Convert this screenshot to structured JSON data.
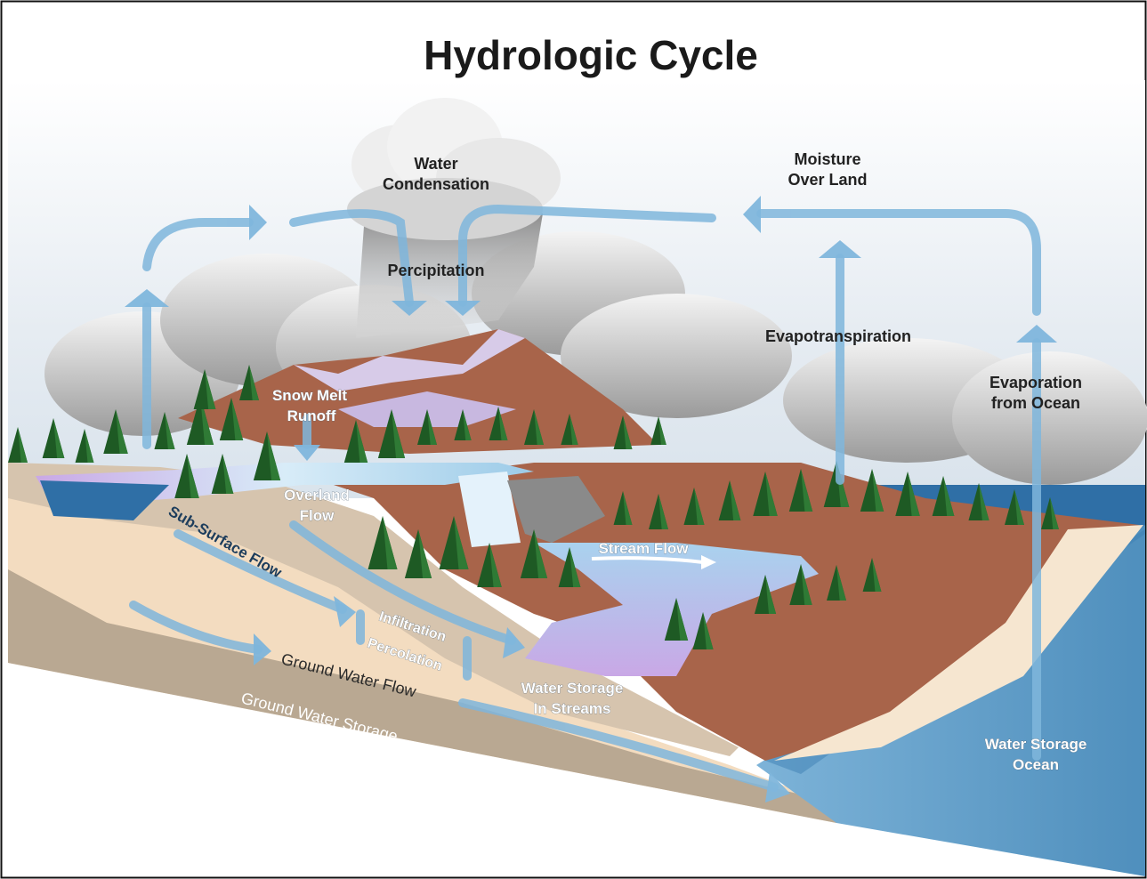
{
  "title": "Hydrologic Cycle",
  "labels": {
    "water_condensation": [
      "Water",
      "Condensation"
    ],
    "moisture_over_land": [
      "Moisture",
      "Over Land"
    ],
    "percipitation": "Percipitation",
    "evapotranspiration": "Evapotranspiration",
    "evaporation_from_ocean": [
      "Evaporation",
      "from Ocean"
    ],
    "snow_melt_runoff": [
      "Snow Melt",
      "Runoff"
    ],
    "overland_flow": [
      "Overland",
      "Flow"
    ],
    "sub_surface_flow": "Sub-Surface Flow",
    "stream_flow": "Stream Flow",
    "infiltration": "Infiltration",
    "percolation": "Percolation",
    "ground_water_flow": "Ground Water Flow",
    "ground_water_storage": "Ground Water Storage",
    "water_storage_in_streams": [
      "Water Storage",
      "In Streams"
    ],
    "water_storage_ocean": [
      "Water Storage",
      "Ocean"
    ]
  },
  "colors": {
    "arrow": "#7fb6dc",
    "ocean": "#5b9cc7",
    "soil": "#a8644a",
    "sand": "#f3dcc0",
    "forest": "#1e5a24"
  }
}
